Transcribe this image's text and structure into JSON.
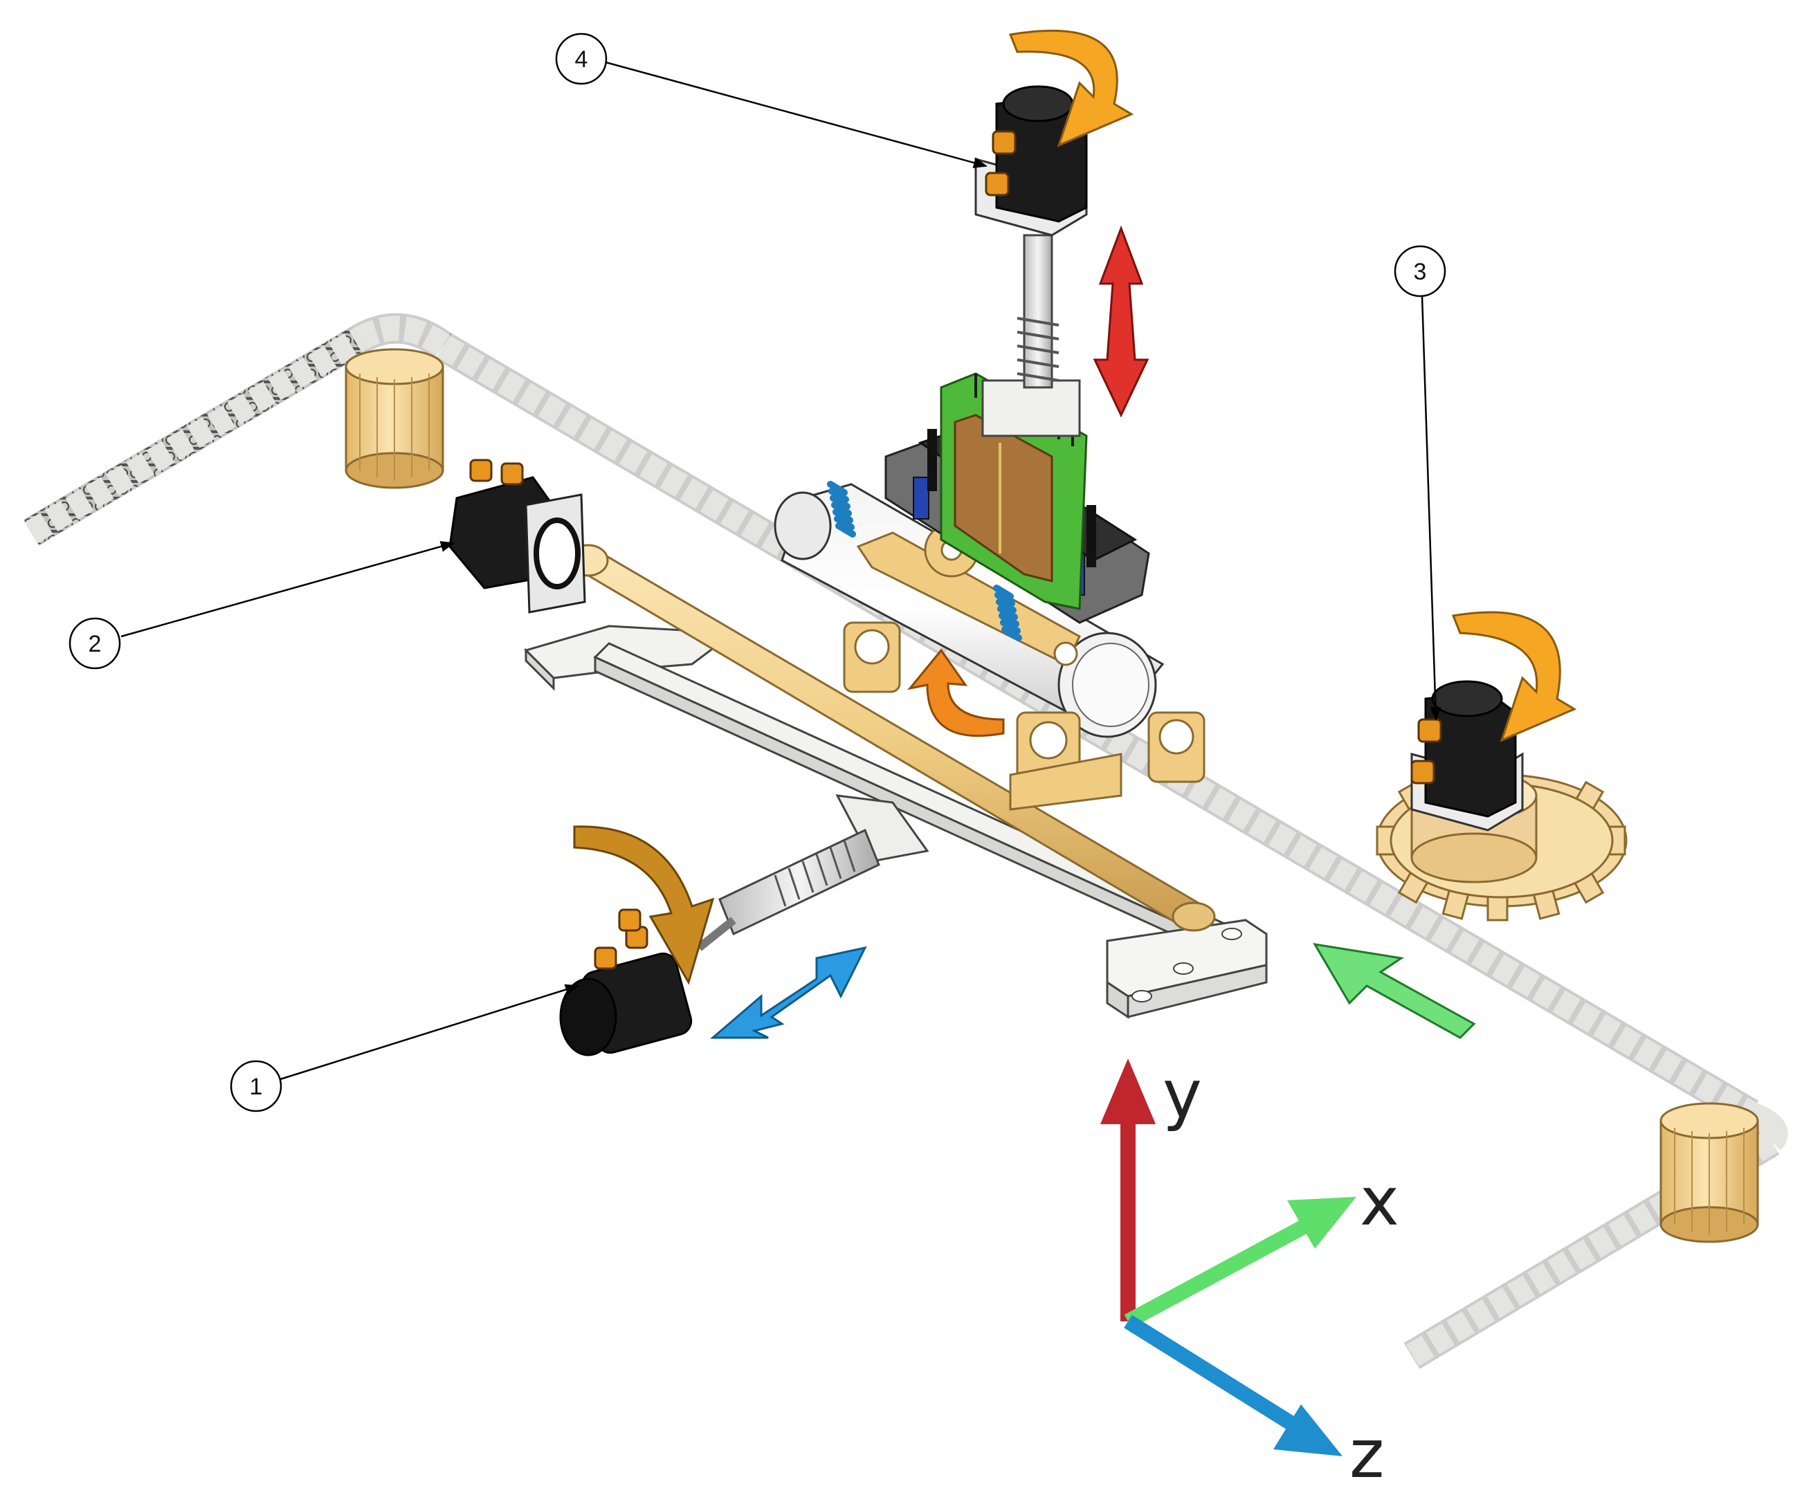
{
  "callouts": [
    {
      "id": "1",
      "label": "1"
    },
    {
      "id": "2",
      "label": "2"
    },
    {
      "id": "3",
      "label": "3"
    },
    {
      "id": "4",
      "label": "4"
    }
  ],
  "axes": {
    "x_label": "x",
    "y_label": "y",
    "z_label": "z"
  },
  "colors": {
    "chain": "#d8d8d4",
    "chain_outline": "#555555",
    "brass": "#f2d08a",
    "brass_dark": "#c9a255",
    "motor_black": "#1b1b1b",
    "motor_orange": "#e8951f",
    "rotation_arrow": "#f5a623",
    "x_arrow": "#5ede6a",
    "y_arrow": "#c0262d",
    "z_arrow": "#1e8ecf",
    "vertical_arrow": "#e0312b",
    "horizontal_arrow": "#2a9be0",
    "feed_arrow": "#6fe07a",
    "pcb_green": "#4fb93a",
    "pcb_brown": "#a8743a",
    "spring_blue": "#2a9be0",
    "frame": "#eeeeea"
  }
}
